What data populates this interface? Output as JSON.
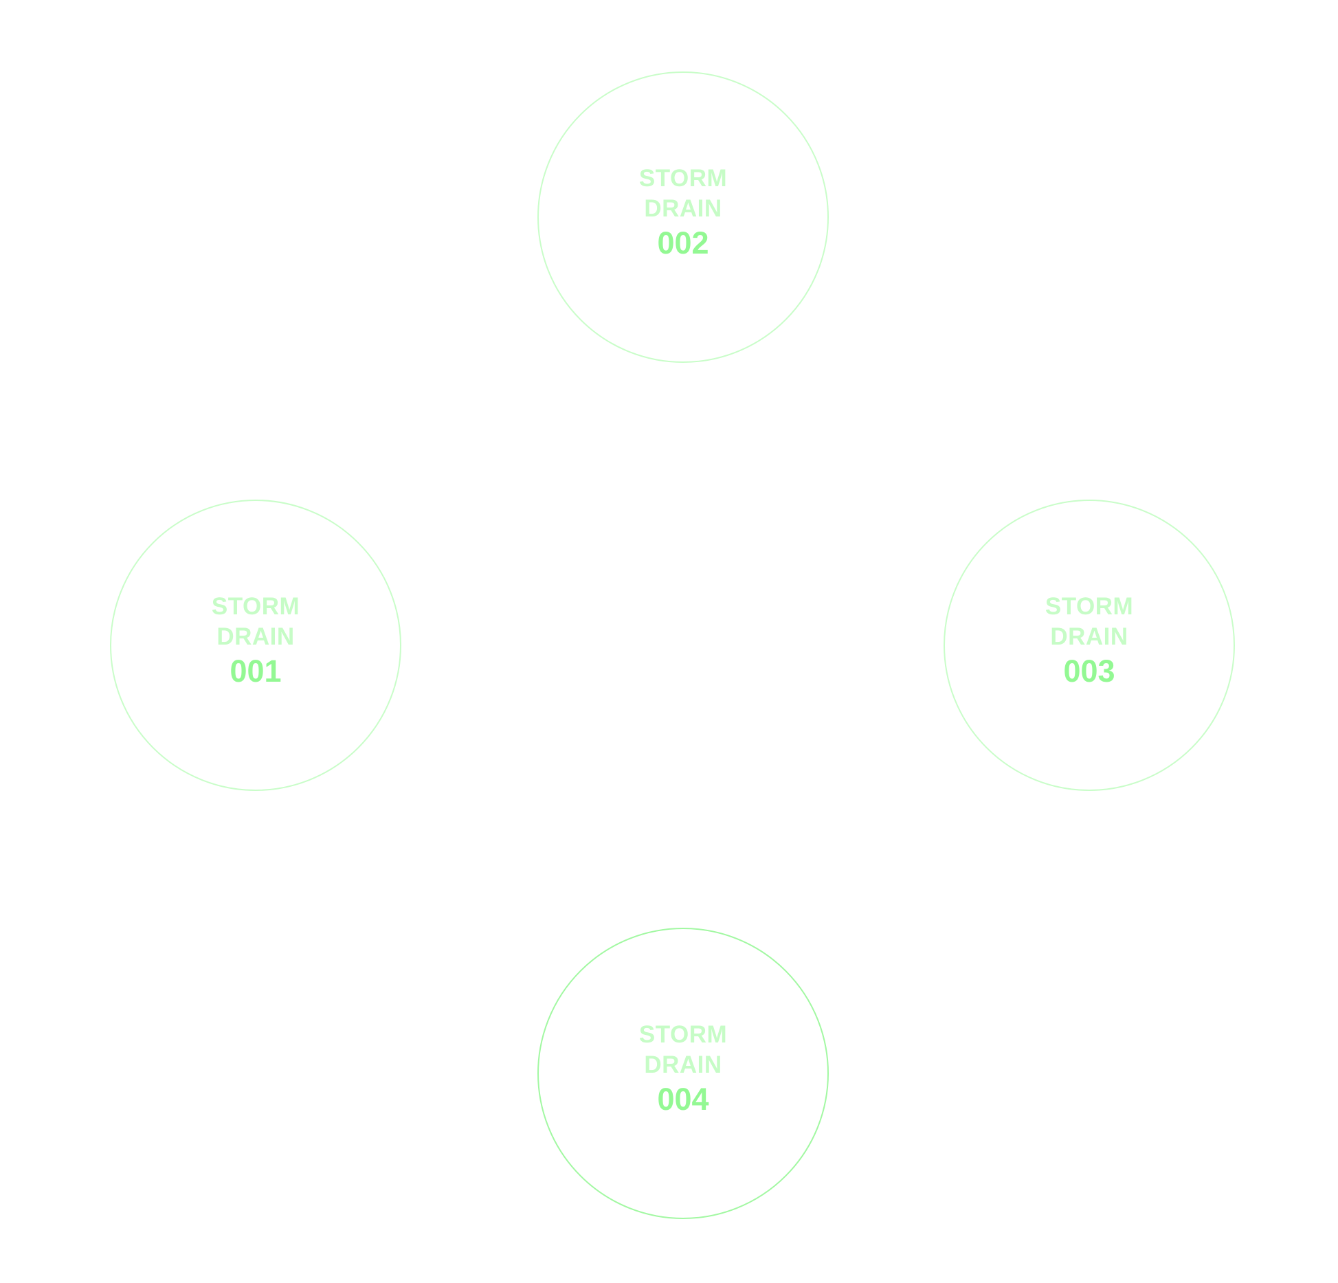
{
  "nodes": [
    {
      "label": "STORM DRAIN",
      "id": "001"
    },
    {
      "label": "STORM DRAIN",
      "id": "002"
    },
    {
      "label": "STORM DRAIN",
      "id": "003"
    },
    {
      "label": "STORM DRAIN",
      "id": "004"
    }
  ],
  "colors": {
    "label": "#c6fcc6",
    "number": "#93f893",
    "ring": "#c9fdc9",
    "ring_strong": "#a2f8a2"
  }
}
